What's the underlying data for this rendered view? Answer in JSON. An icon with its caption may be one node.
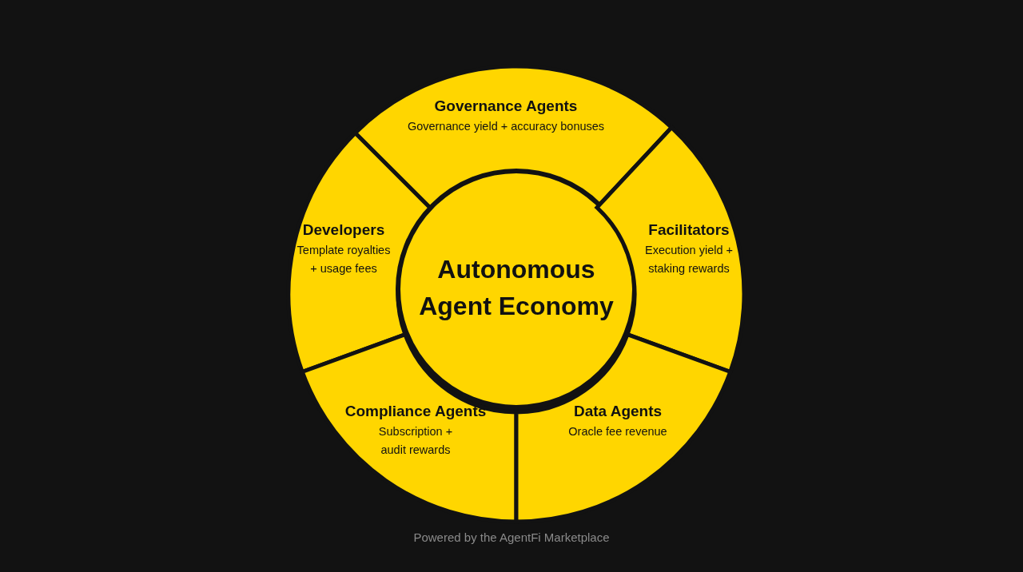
{
  "diagram": {
    "nodes": [
      {
        "text": [
          "Governance Agents",
          "Governance yield + accuracy bonuses"
        ]
      },
      {
        "text": [
          "Developers",
          "Template royalties + usage fees"
        ]
      },
      {
        "text": [
          "Autonomous Agent Economy"
        ]
      },
      {
        "text": [
          "Facilitators",
          "Execution yield + staking rewards"
        ]
      },
      {
        "text": [
          "Compliance Agents",
          "Subscription + audit rewards"
        ]
      },
      {
        "text": [
          "Data Agents",
          "Oracle fee revenue"
        ]
      }
    ],
    "labels": [
      "Powered by the AgentFi Marketplace"
    ]
  }
}
